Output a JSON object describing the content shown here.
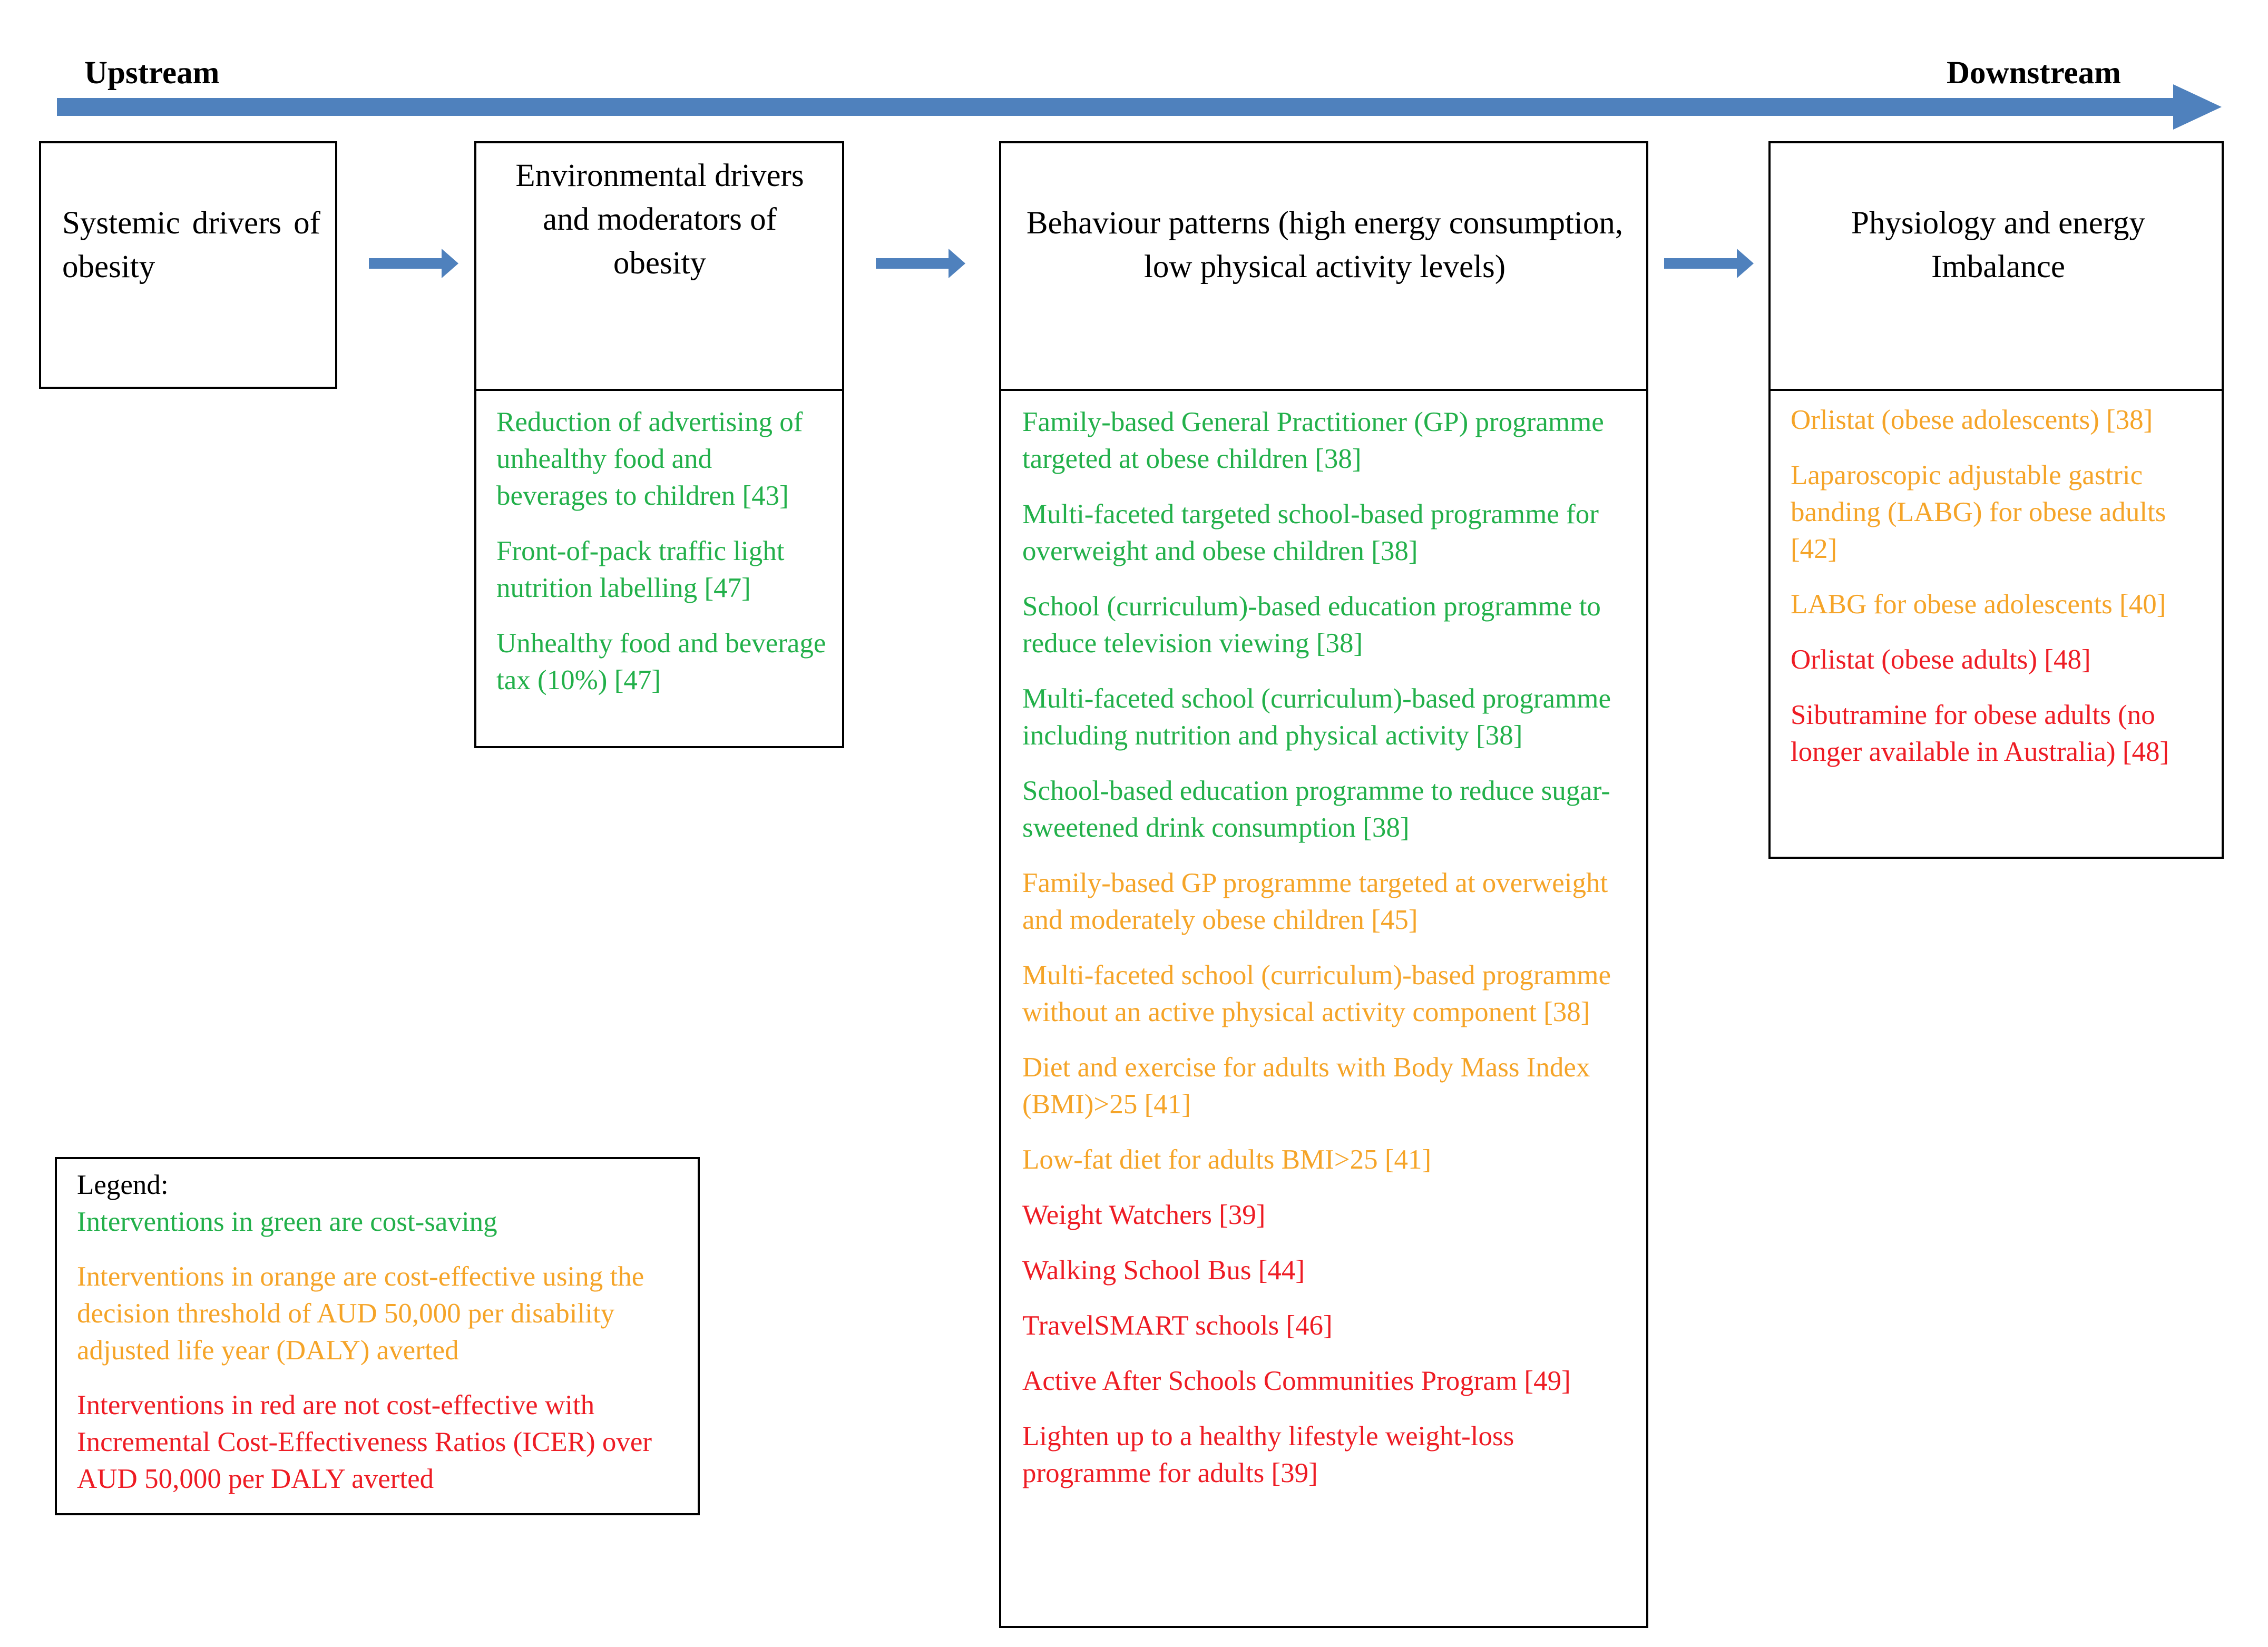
{
  "flow": {
    "start_label": "Upstream",
    "end_label": "Downstream"
  },
  "colors": {
    "arrow": "#4f81bd",
    "cost_saving": "#22b04a",
    "cost_effective": "#f5a428",
    "not_cost_effective": "#ee1c24"
  },
  "stages": [
    {
      "title": "Systemic  drivers of obesity",
      "interventions": []
    },
    {
      "title": "Environmental drivers  and moderators  of obesity",
      "interventions": [
        {
          "text": "Reduction of advertising of unhealthy food and beverages to children [43]",
          "class": "cost_saving"
        },
        {
          "text": "Front-of-pack  traffic  light nutrition labelling  [47]",
          "class": "cost_saving"
        },
        {
          "text": "Unhealthy food and beverage tax (10%)  [47]",
          "class": "cost_saving"
        }
      ]
    },
    {
      "title": "Behaviour patterns (high  energy consumption,  low physical  activity  levels)",
      "interventions": [
        {
          "text": "Family-based General Practitioner (GP) programme  targeted at obese children [38]",
          "class": "cost_saving"
        },
        {
          "text": "Multi-faceted targeted school-based programme for overweight and obese children [38]",
          "class": "cost_saving"
        },
        {
          "text": "School (curriculum)-based  education programme  to reduce television viewing [38]",
          "class": "cost_saving"
        },
        {
          "text": "Multi-faceted school (curriculum)-based programme  including nutrition and physical activity [38]",
          "class": "cost_saving"
        },
        {
          "text": "School-based education programme  to reduce sugar-sweetened drink consumption [38]",
          "class": "cost_saving"
        },
        {
          "text": "Family-based GP programme  targeted at overweight and moderately  obese children [45]",
          "class": "cost_effective"
        },
        {
          "text": "Multi-faceted school (curriculum)-based programme  without an active physical activity component [38]",
          "class": "cost_effective"
        },
        {
          "text": "Diet and exercise  for adults with Body Mass Index (BMI)>25  [41]",
          "class": "cost_effective"
        },
        {
          "text": "Low-fat diet for adults BMI>25  [41]",
          "class": "cost_effective"
        },
        {
          "text": "Weight Watchers [39]",
          "class": "not_cost_effective"
        },
        {
          "text": "Walking School Bus [44]",
          "class": "not_cost_effective"
        },
        {
          "text": "TravelSMART  schools [46]",
          "class": "not_cost_effective"
        },
        {
          "text": "Active After Schools Communities  Program [49]",
          "class": "not_cost_effective"
        },
        {
          "text": "Lighten up to a healthy lifestyle weight-loss programme  for adults [39]",
          "class": "not_cost_effective"
        }
      ]
    },
    {
      "title": "Physiology  and energy Imbalance",
      "interventions": [
        {
          "text": "Orlistat (obese adolescents) [38]",
          "class": "cost_effective"
        },
        {
          "text": "Laparoscopic adjustable gastric banding (LABG)  for obese adults [42]",
          "class": "cost_effective"
        },
        {
          "text": "LABG  for obese adolescents [40]",
          "class": "cost_effective"
        },
        {
          "text": "Orlistat (obese adults) [48]",
          "class": "not_cost_effective"
        },
        {
          "text": "Sibutramine for obese adults (no longer available in Australia) [48]",
          "class": "not_cost_effective"
        }
      ]
    }
  ],
  "legend": {
    "title": "Legend:",
    "entries": [
      {
        "text": "Interventions in green are cost-saving",
        "class": "cost_saving"
      },
      {
        "text": "Interventions in orange are cost-effective using the decision threshold of AUD 50,000  per disability adjusted life  year (DALY)  averted",
        "class": "cost_effective"
      },
      {
        "text": "Interventions in red are not cost-effective with Incremental Cost-Effectiveness Ratios (ICER) over AUD 50,000  per DALY  averted",
        "class": "not_cost_effective"
      }
    ]
  }
}
